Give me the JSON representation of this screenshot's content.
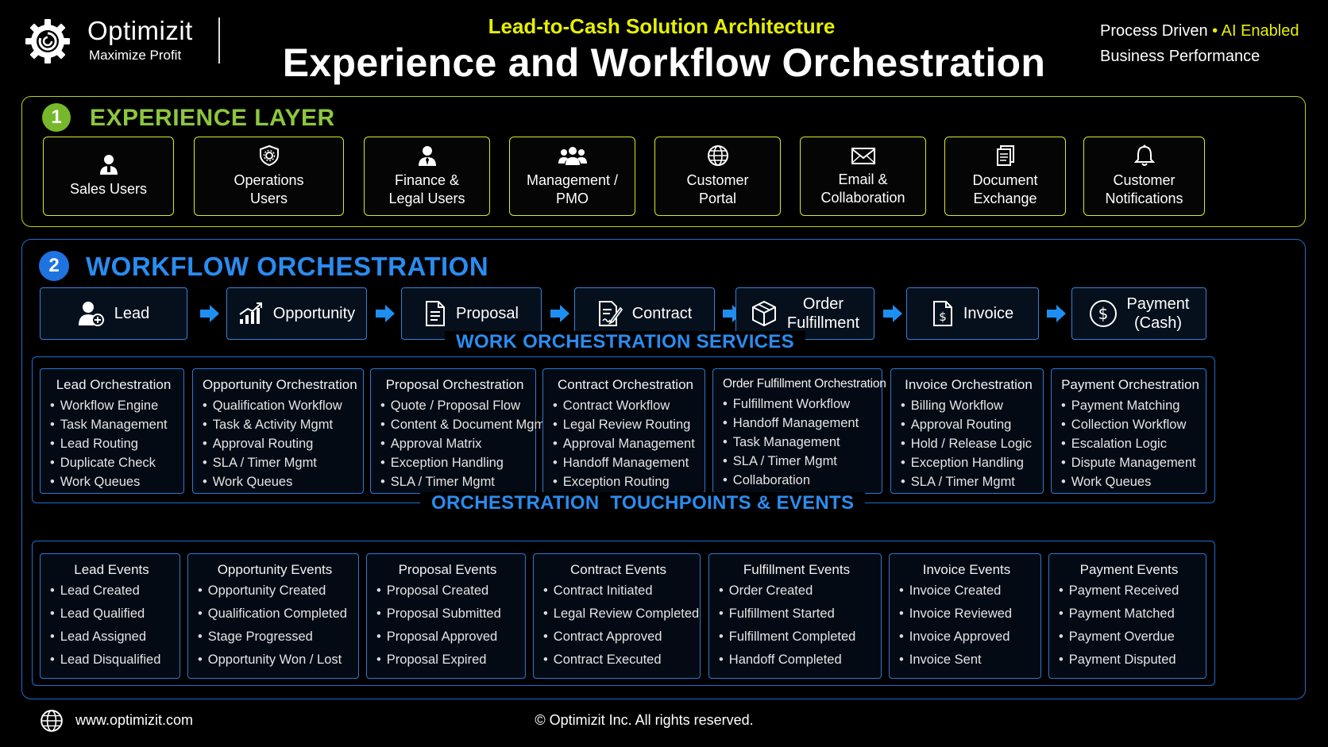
{
  "brand": {
    "name": "Optimizit",
    "tagline": "Maximize Profit"
  },
  "header": {
    "subtitle": "Lead-to-Cash Solution Architecture",
    "title": "Experience and Workflow Orchestration",
    "tag_line1_a": "Process Driven",
    "tag_line1_dot": "•",
    "tag_line1_b": "AI Enabled",
    "tag_line2": "Business Performance"
  },
  "experience": {
    "number": "1",
    "title": "EXPERIENCE LAYER",
    "cards": [
      {
        "line1": "Sales Users",
        "line2": "",
        "icon": "user-icon"
      },
      {
        "line1": "Operations",
        "line2": "Users",
        "icon": "shield-gear-icon"
      },
      {
        "line1": "Finance &",
        "line2": "Legal Users",
        "icon": "user-tie-icon"
      },
      {
        "line1": "Management /",
        "line2": "PMO",
        "icon": "group-icon"
      },
      {
        "line1": "Customer",
        "line2": "Portal",
        "icon": "globe-icon"
      },
      {
        "line1": "Email &",
        "line2": "Collaboration",
        "icon": "envelope-icon"
      },
      {
        "line1": "Document",
        "line2": "Exchange",
        "icon": "document-icon"
      },
      {
        "line1": "Customer",
        "line2": "Notifications",
        "icon": "bell-icon"
      }
    ]
  },
  "workflow": {
    "number": "2",
    "title": "WORKFLOW ORCHESTRATION",
    "stages": [
      {
        "line1": "Lead",
        "line2": "",
        "icon": "user-add-icon"
      },
      {
        "line1": "Opportunity",
        "line2": "",
        "icon": "chart-growth-icon"
      },
      {
        "line1": "Proposal",
        "line2": "",
        "icon": "document-icon"
      },
      {
        "line1": "Contract",
        "line2": "",
        "icon": "contract-sign-icon"
      },
      {
        "line1": "Order",
        "line2": "Fulfillment",
        "icon": "box-icon"
      },
      {
        "line1": "Invoice",
        "line2": "",
        "icon": "invoice-icon"
      },
      {
        "line1": "Payment",
        "line2": "(Cash)",
        "icon": "dollar-circle-icon"
      }
    ],
    "services_title": "WORK ORCHESTRATION SERVICES",
    "services": [
      {
        "title": "Lead Orchestration",
        "items": [
          "Workflow Engine",
          "Task Management",
          "Lead Routing",
          "Duplicate Check",
          "Work Queues"
        ]
      },
      {
        "title": "Opportunity Orchestration",
        "items": [
          "Qualification Workflow",
          "Task & Activity Mgmt",
          "Approval Routing",
          "SLA / Timer Mgmt",
          "Work Queues"
        ]
      },
      {
        "title": "Proposal Orchestration",
        "items": [
          "Quote / Proposal Flow",
          "Content & Document Mgmt",
          "Approval Matrix",
          "Exception Handling",
          "SLA / Timer Mgmt"
        ]
      },
      {
        "title": "Contract Orchestration",
        "items": [
          "Contract Workflow",
          "Legal Review Routing",
          "Approval Management",
          "Handoff Management",
          "Exception Routing"
        ]
      },
      {
        "title": "Order Fulfillment Orchestration",
        "items": [
          "Fulfillment Workflow",
          "Handoff Management",
          "Task Management",
          "SLA / Timer Mgmt",
          "Collaboration"
        ]
      },
      {
        "title": "Invoice Orchestration",
        "items": [
          "Billing Workflow",
          "Approval Routing",
          "Hold / Release Logic",
          "Exception Handling",
          "SLA / Timer Mgmt"
        ]
      },
      {
        "title": "Payment Orchestration",
        "items": [
          "Payment Matching",
          "Collection Workflow",
          "Escalation Logic",
          "Dispute Management",
          "Work Queues"
        ]
      }
    ],
    "events_title": "ORCHESTRATION  TOUCHPOINTS & EVENTS",
    "events": [
      {
        "title": "Lead Events",
        "items": [
          "Lead Created",
          "Lead Qualified",
          "Lead Assigned",
          "Lead Disqualified"
        ]
      },
      {
        "title": "Opportunity Events",
        "items": [
          "Opportunity Created",
          "Qualification Completed",
          "Stage Progressed",
          "Opportunity Won / Lost"
        ]
      },
      {
        "title": "Proposal Events",
        "items": [
          "Proposal Created",
          "Proposal Submitted",
          "Proposal Approved",
          "Proposal Expired"
        ]
      },
      {
        "title": "Contract Events",
        "items": [
          "Contract Initiated",
          "Legal Review Completed",
          "Contract Approved",
          "Contract Executed"
        ]
      },
      {
        "title": "Fulfillment Events",
        "items": [
          "Order Created",
          "Fulfillment Started",
          "Fulfillment Completed",
          "Handoff Completed"
        ]
      },
      {
        "title": "Invoice Events",
        "items": [
          "Invoice Created",
          "Invoice Reviewed",
          "Invoice Approved",
          "Invoice Sent"
        ]
      },
      {
        "title": "Payment Events",
        "items": [
          "Payment Received",
          "Payment Matched",
          "Payment Overdue",
          "Payment Disputed"
        ]
      }
    ]
  },
  "footer": {
    "url": "www.optimizit.com",
    "copyright": "© Optimizit Inc. All rights reserved."
  },
  "colors": {
    "experience_accent": "#8dc63f",
    "workflow_accent": "#2a8cf0",
    "highlight": "#e6f000",
    "background": "#000000"
  }
}
